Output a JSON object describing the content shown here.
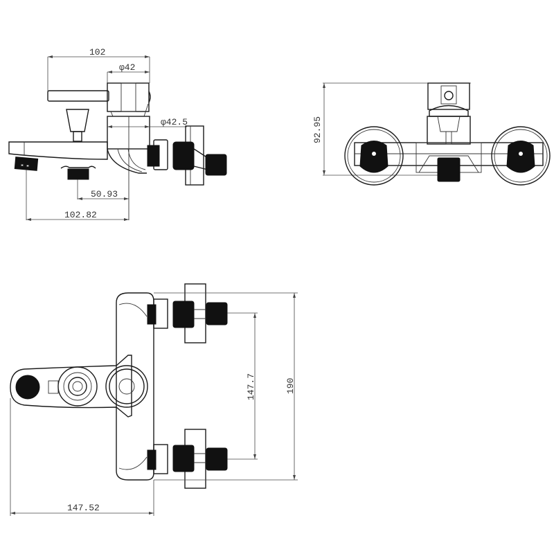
{
  "drawing": {
    "title": "Bath mixer technical drawing",
    "line_color": "#1a1a1a",
    "background": "#ffffff",
    "views": [
      {
        "id": "side-view",
        "dimensions": {
          "overall_width": "102",
          "handle_diameter": "φ42",
          "body_diameter": "φ42.5",
          "spout_outlet_offset": "50.93",
          "spout_length": "102.82"
        }
      },
      {
        "id": "front-view",
        "dimensions": {
          "height": "92.95"
        }
      },
      {
        "id": "top-view",
        "dimensions": {
          "inlet_spacing": "147.7",
          "body_length": "190",
          "projection": "147.52"
        }
      }
    ]
  }
}
